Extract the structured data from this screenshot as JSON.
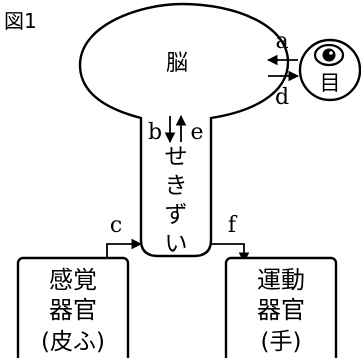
{
  "figure": {
    "title": "図1"
  },
  "brain": {
    "label": "脳"
  },
  "eye": {
    "label": "目"
  },
  "spinal_cord": {
    "chars": [
      "せ",
      "き",
      "ず",
      "い"
    ]
  },
  "sensory_organ": {
    "line1": "感覚",
    "line2": "器官",
    "line3": "(皮ふ)"
  },
  "motor_organ": {
    "line1": "運動",
    "line2": "器官",
    "line3": "(手)"
  },
  "pathways": {
    "a": "a",
    "b": "b",
    "c": "c",
    "d": "d",
    "e": "e",
    "f": "f"
  },
  "colors": {
    "line": "#000000",
    "background": "#ffffff"
  }
}
